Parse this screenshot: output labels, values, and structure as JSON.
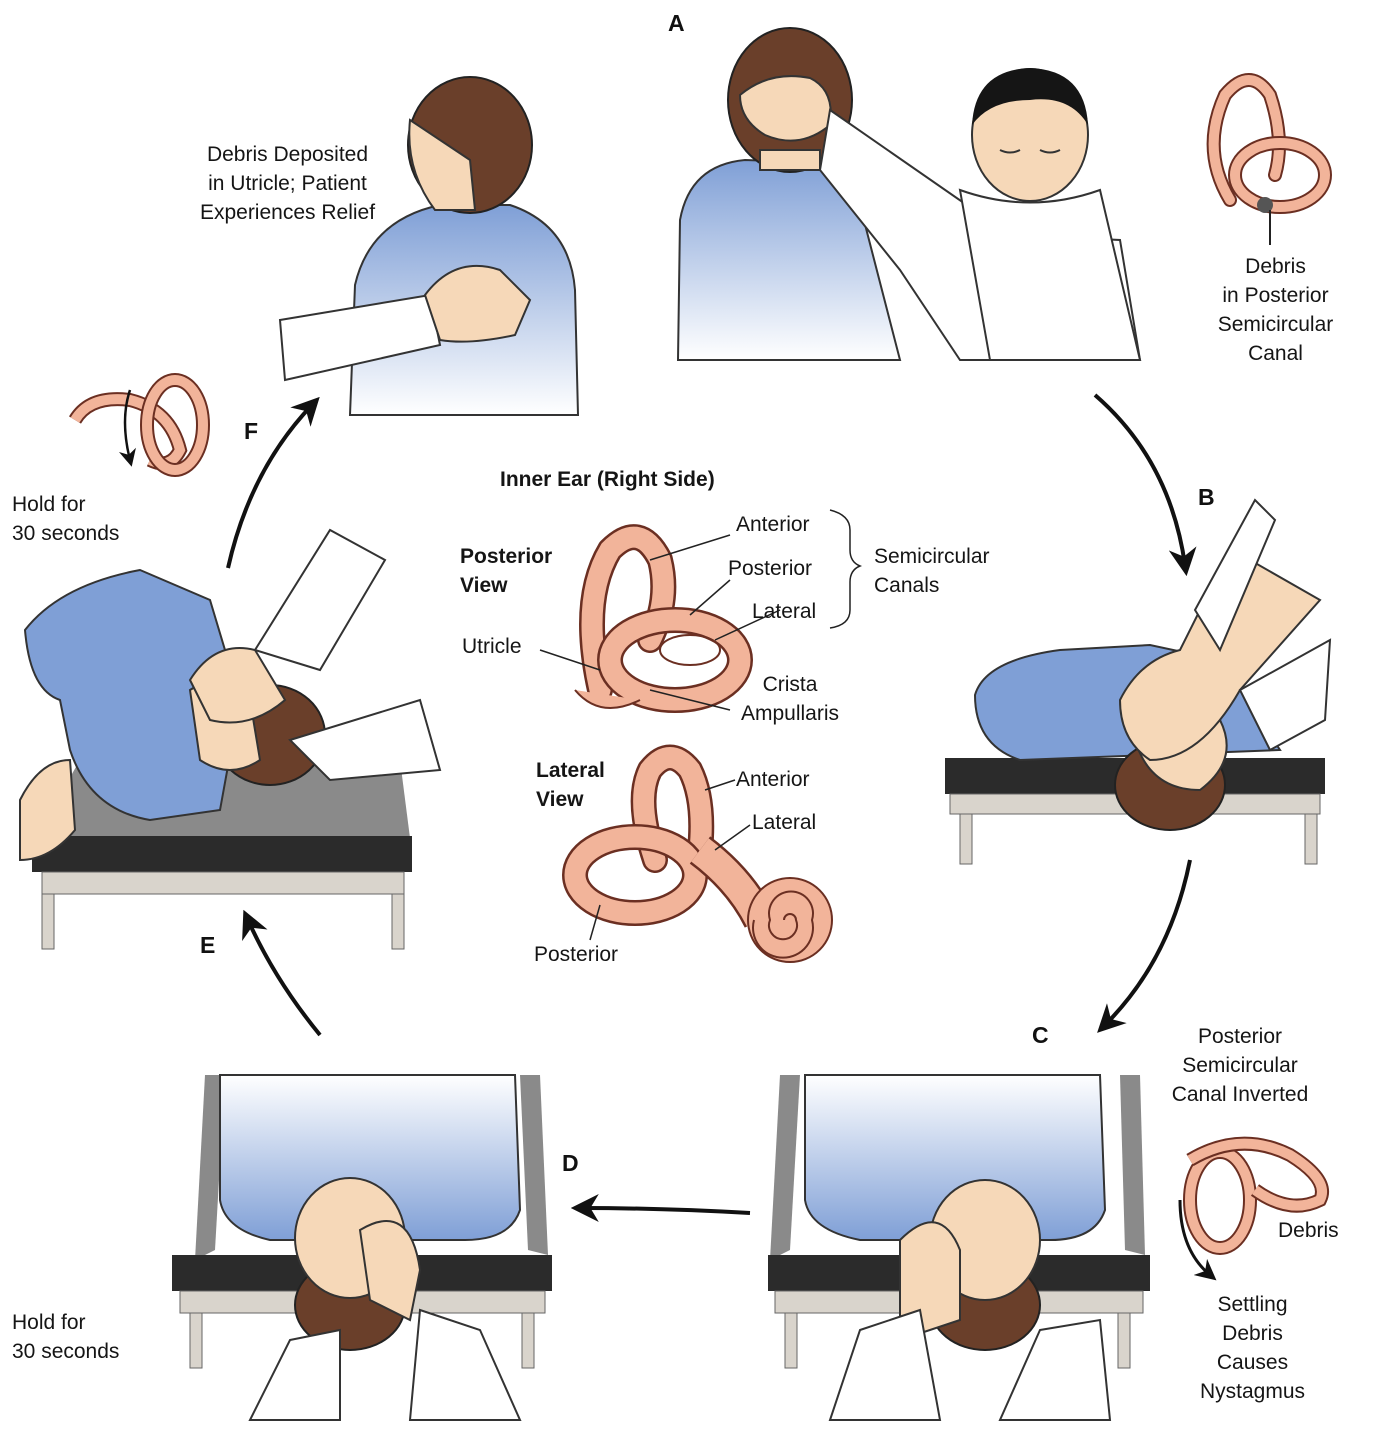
{
  "steps": {
    "a": "A",
    "b": "B",
    "c": "C",
    "d": "D",
    "e": "E",
    "f": "F"
  },
  "labels": {
    "debris_deposited": "Debris Deposited\nin Utricle; Patient\nExperiences Relief",
    "debris_posterior": "Debris\nin Posterior\nSemicircular\nCanal",
    "hold_top": "Hold for\n30 seconds",
    "hold_bottom": "Hold for\n30 seconds",
    "canal_inverted": "Posterior\nSemicircular\nCanal Inverted",
    "debris": "Debris",
    "settling": "Settling\nDebris\nCauses\nNystagmus"
  },
  "inner_ear": {
    "title": "Inner Ear (Right Side)",
    "posterior_view": "Posterior\nView",
    "lateral_view": "Lateral\nView",
    "anterior": "Anterior",
    "posterior": "Posterior",
    "lateral": "Lateral",
    "semicircular_canals": "Semicircular\nCanals",
    "utricle": "Utricle",
    "crista": "Crista\nAmpullaris",
    "anterior_2": "Anterior",
    "lateral_2": "Lateral",
    "posterior_2": "Posterior"
  },
  "colors": {
    "shirt": "#7f9fd6",
    "shirt_light": "#dce6f6",
    "skin": "#f6d8b8",
    "hair": "#6a3f2a",
    "hair_black": "#151515",
    "ear": "#f2b49a",
    "ear_stroke": "#6b2f22",
    "table_top": "#2b2b2b",
    "table_grey": "#8a8a8a",
    "table_leg": "#d9d4cc"
  }
}
